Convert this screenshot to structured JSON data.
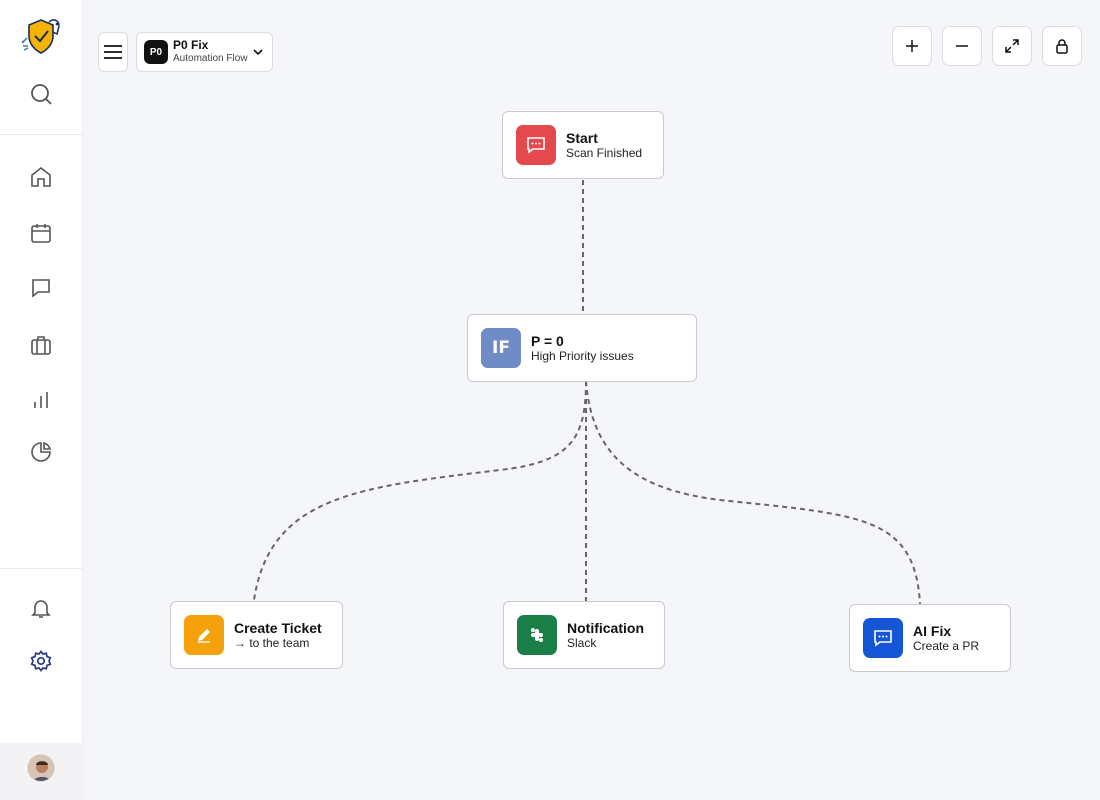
{
  "sidebar": {
    "logo_icon": "shield-dog-logo",
    "search_icon": "search-icon",
    "nav_items": [
      {
        "icon": "home-icon"
      },
      {
        "icon": "calendar-icon"
      },
      {
        "icon": "chat-icon"
      },
      {
        "icon": "briefcase-icon"
      },
      {
        "icon": "bar-chart-icon"
      },
      {
        "icon": "pie-chart-icon"
      }
    ],
    "bottom_items": [
      {
        "icon": "bell-icon"
      },
      {
        "icon": "gear-icon"
      }
    ]
  },
  "header": {
    "flow_badge": "P0",
    "flow_name": "P0 Fix",
    "flow_subtitle": "Automation Flow"
  },
  "toolbar": {
    "zoom_in_icon": "plus-icon",
    "zoom_out_icon": "minus-icon",
    "fit_icon": "expand-icon",
    "lock_icon": "lock-icon"
  },
  "nodes": {
    "start": {
      "title": "Start",
      "subtitle": "Scan Finished",
      "color": "#e5484d"
    },
    "condition": {
      "label": "IF",
      "title": "P = 0",
      "subtitle": "High Priority issues",
      "color": "#6f8cc7"
    },
    "ticket": {
      "title": "Create Ticket",
      "subtitle": "→ to the team",
      "color": "#f4a10b"
    },
    "notification": {
      "title": "Notification",
      "subtitle": "Slack",
      "color": "#1a7f46"
    },
    "aifix": {
      "title": "AI Fix",
      "subtitle": "Create a PR",
      "color": "#1456d6"
    }
  }
}
